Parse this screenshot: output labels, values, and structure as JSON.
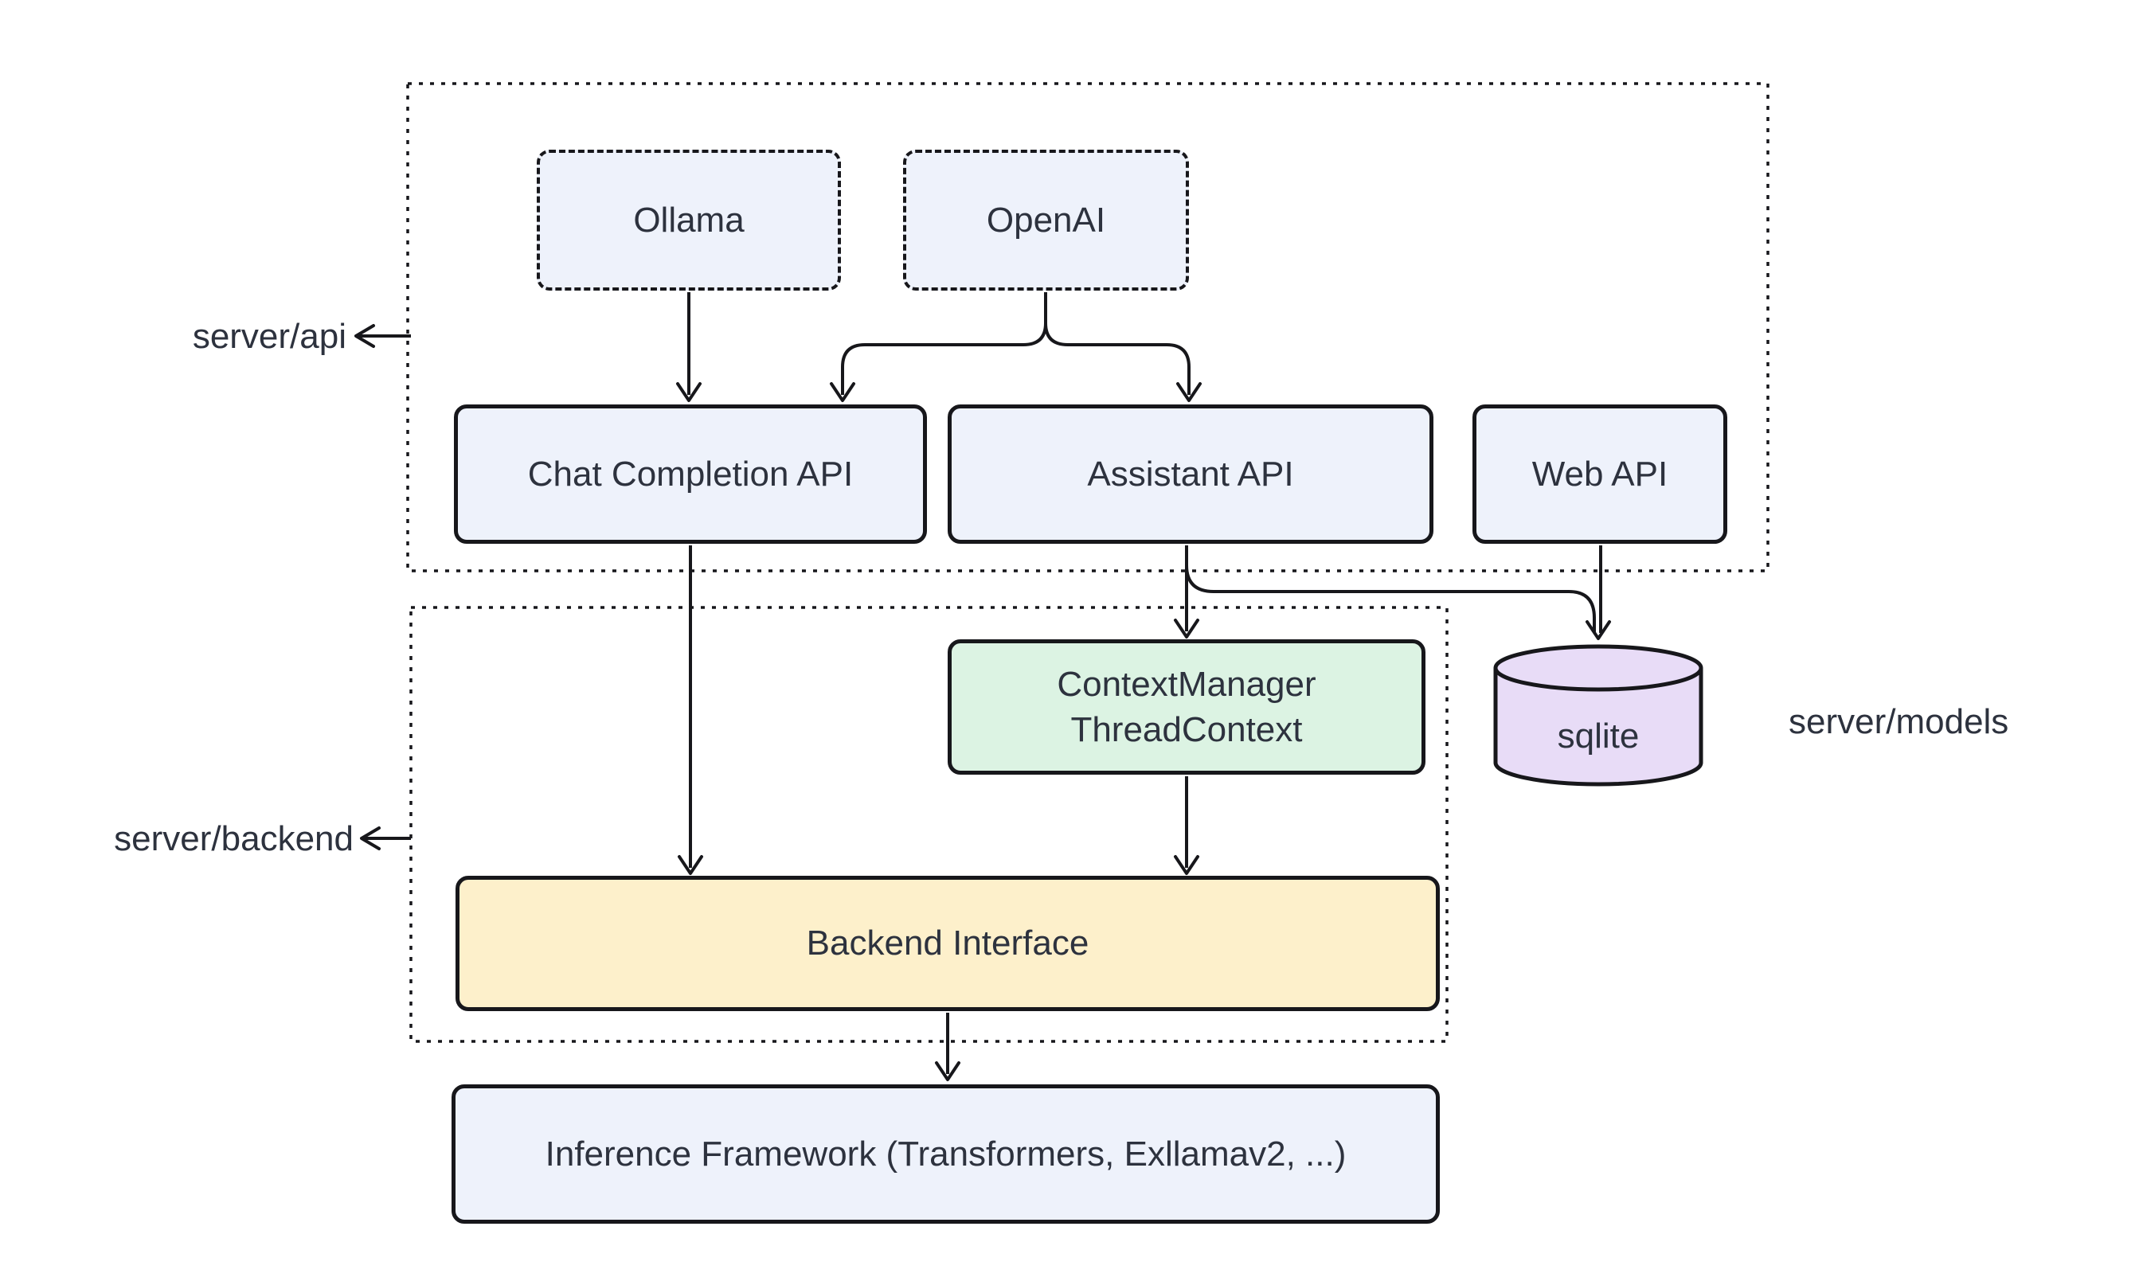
{
  "diagram": {
    "groups": {
      "api": {
        "label": "server/api"
      },
      "backend": {
        "label": "server/backend"
      },
      "models": {
        "label": "server/models"
      }
    },
    "nodes": {
      "ollama": {
        "label": "Ollama"
      },
      "openai": {
        "label": "OpenAI"
      },
      "chat_completion_api": {
        "label": "Chat Completion API"
      },
      "assistant_api": {
        "label": "Assistant API"
      },
      "web_api": {
        "label": "Web API"
      },
      "context_manager": {
        "label": "ContextManager\nThreadContext"
      },
      "sqlite": {
        "label": "sqlite"
      },
      "backend_interface": {
        "label": "Backend Interface"
      },
      "inference_framework": {
        "label": "Inference Framework (Transformers, Exllamav2, ...)"
      }
    },
    "colors": {
      "node_blue": "#eef2fb",
      "node_green": "#dcf3e3",
      "node_yellow": "#fdf0cb",
      "node_purple": "#e8dcf7",
      "stroke": "#17171b",
      "text": "#2d323e",
      "background": "#ffffff"
    }
  }
}
